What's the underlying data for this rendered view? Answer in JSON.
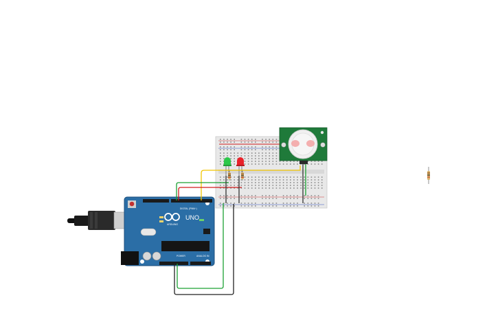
{
  "arduino": {
    "board_name": "UNO",
    "brand": "ARDUINO",
    "digital_label": "DIGITAL (PWM~)",
    "power_label": "POWER",
    "analog_label": "ANALOG IN"
  },
  "colors": {
    "board": "#2b6ea6",
    "breadboard": "#e8e8e8",
    "pir_board": "#1f7a3a",
    "wire_yellow": "#f2c500",
    "wire_red": "#d01c1c",
    "wire_green": "#1aa032",
    "wire_black": "#222222",
    "led_green": "#2dc84a",
    "led_red": "#e8222a"
  }
}
